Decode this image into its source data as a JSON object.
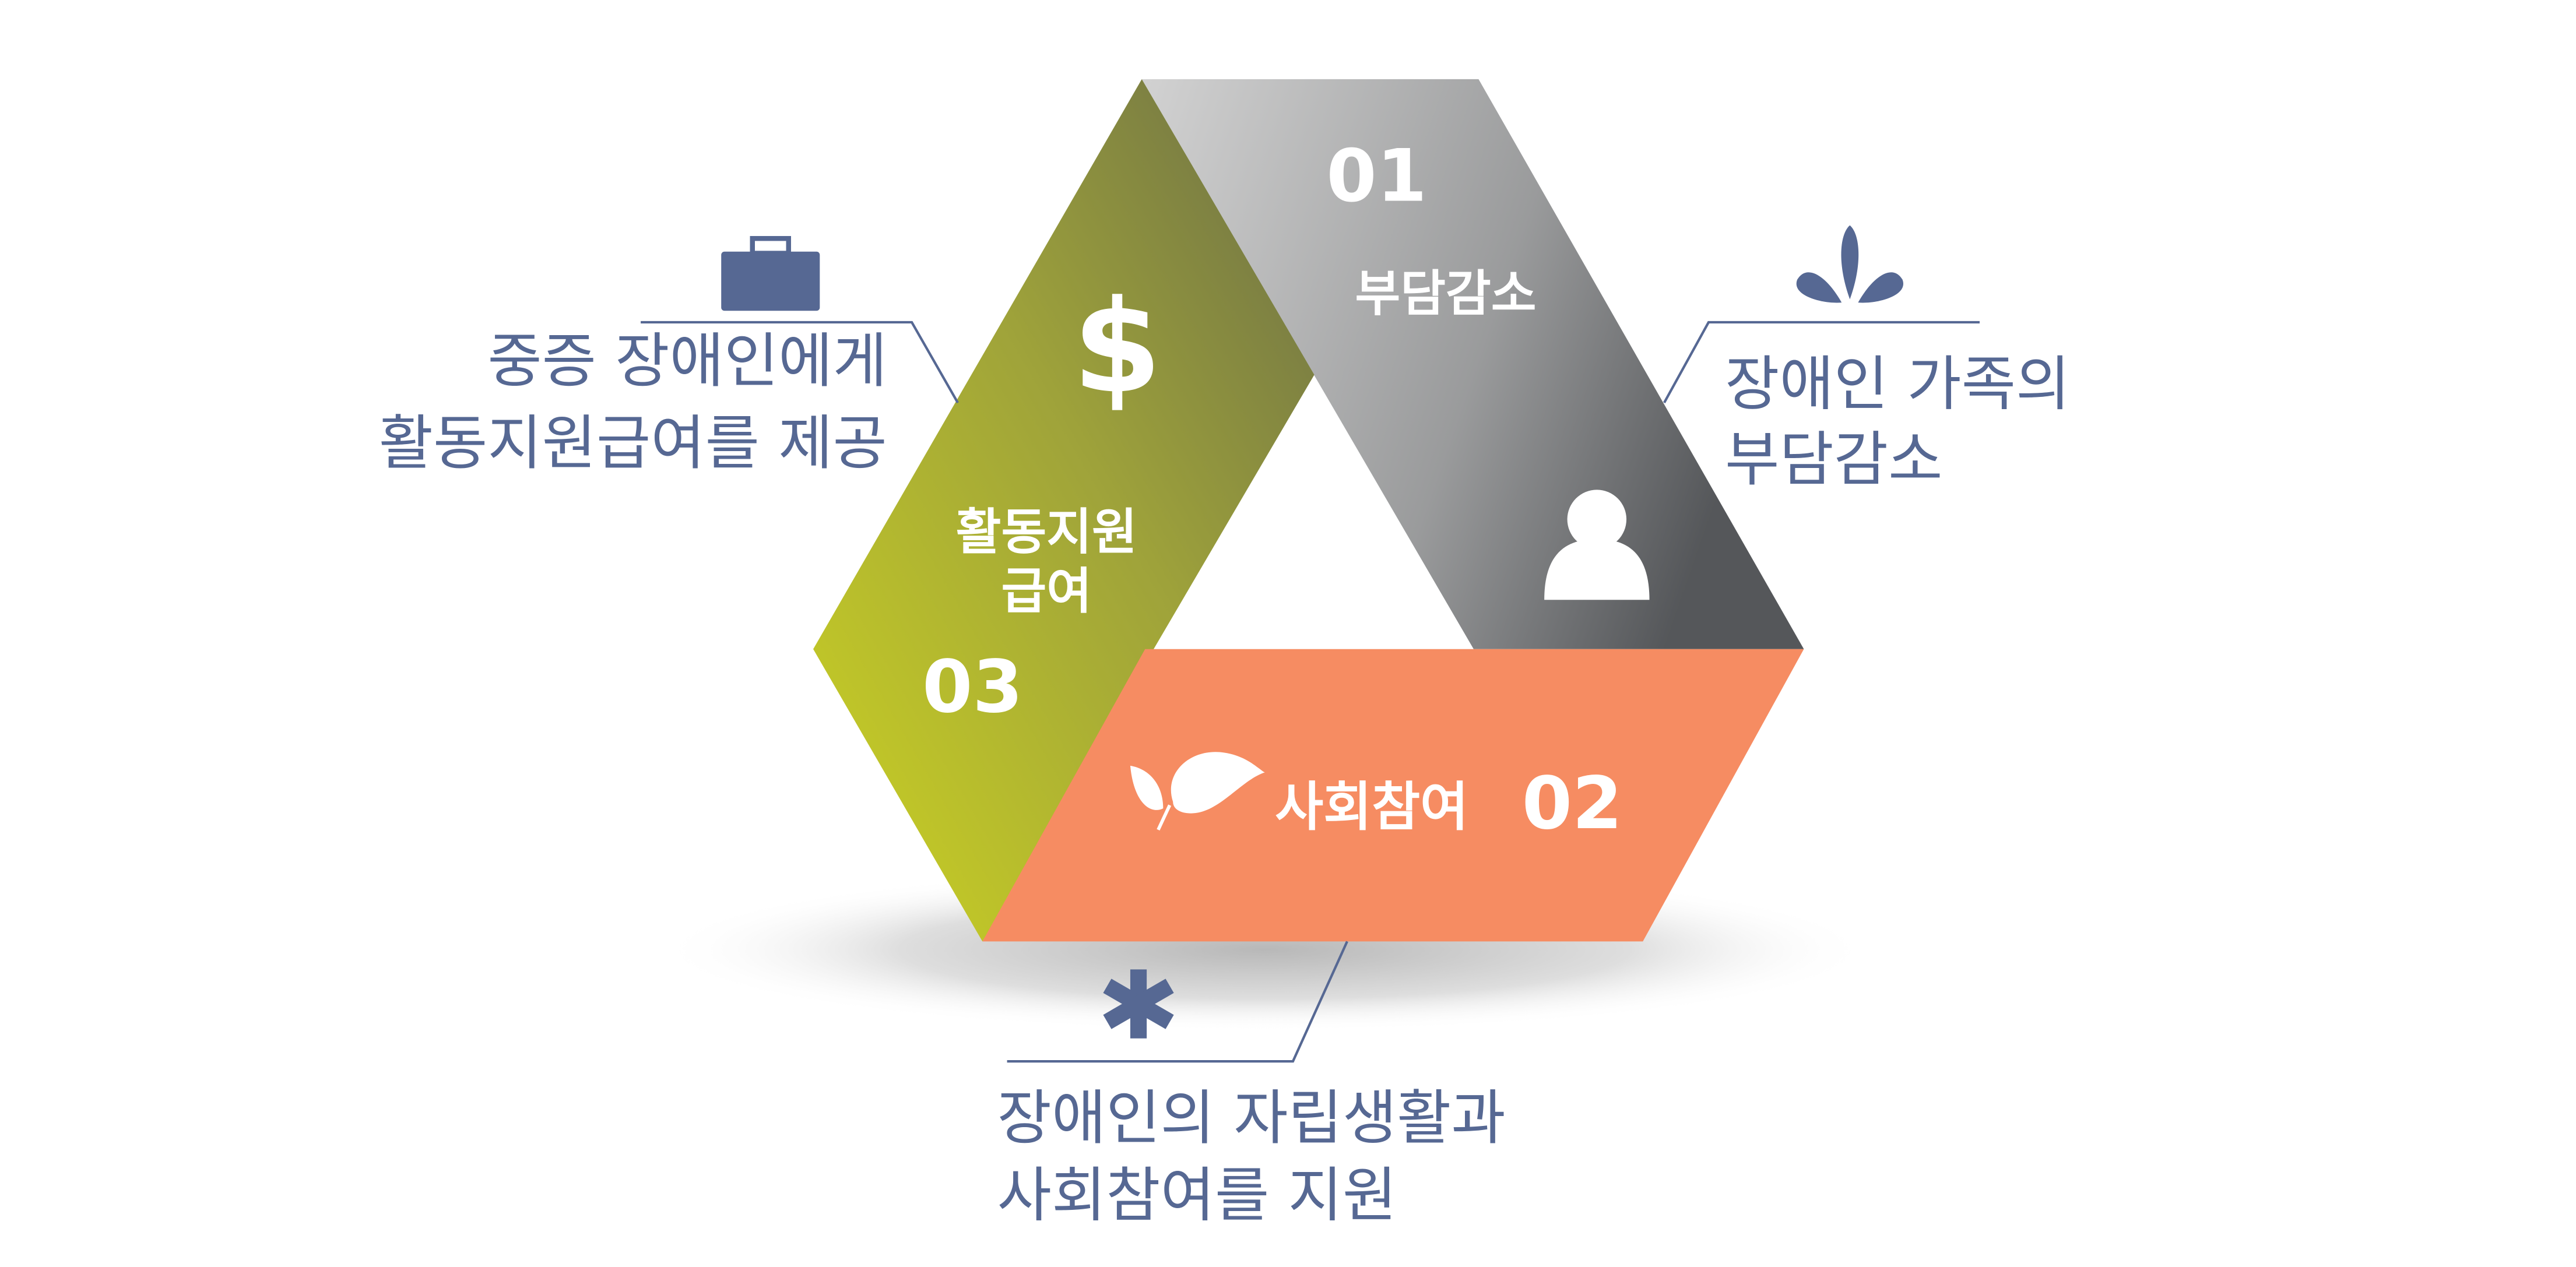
{
  "colors": {
    "accent_blue": "#566893",
    "orange": "#f68c62",
    "olive_light": "#c8cf22",
    "olive_dark": "#6f7346",
    "gray_light": "#d2d2d2",
    "gray_dark": "#55575a"
  },
  "segments": [
    {
      "number": "01",
      "title": "부담감소",
      "icon": "person-icon"
    },
    {
      "number": "02",
      "title": "사회참여",
      "icon": "leaf-icon"
    },
    {
      "number": "03",
      "title_line1": "활동지원",
      "title_line2": "급여",
      "icon": "dollar-icon",
      "icon_glyph": "$"
    }
  ],
  "callouts": {
    "left": {
      "icon": "briefcase-icon",
      "line1": "중증 장애인에게",
      "line2": "활동지원급여를 제공"
    },
    "right": {
      "icon": "drop-icon",
      "line1": "장애인 가족의",
      "line2": "부담감소"
    },
    "bottom": {
      "icon": "asterisk-icon",
      "line1": "장애인의 자립생활과",
      "line2": "사회참여를 지원"
    }
  }
}
